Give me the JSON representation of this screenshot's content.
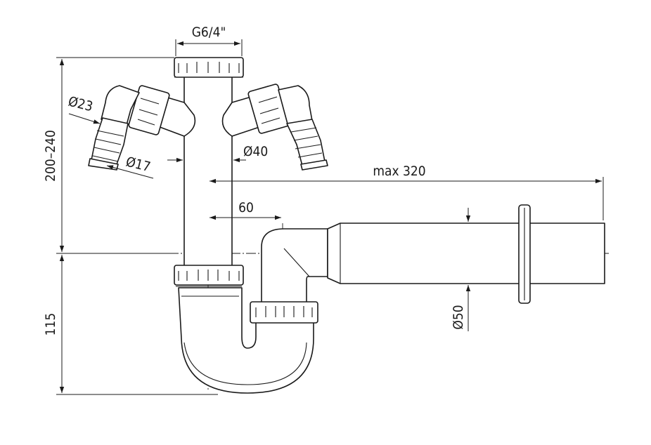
{
  "labels": {
    "thread": "G6/4\"",
    "height_upper": "200–240",
    "height_lower": "115",
    "hose_diameter": "Ø23",
    "hose_inner": "Ø17",
    "pipe_diameter": "Ø40",
    "length_max": "max 320",
    "offset": "60",
    "outlet_diameter": "Ø50"
  },
  "colors": {
    "line": "#1a1a1a",
    "background": "#ffffff"
  }
}
